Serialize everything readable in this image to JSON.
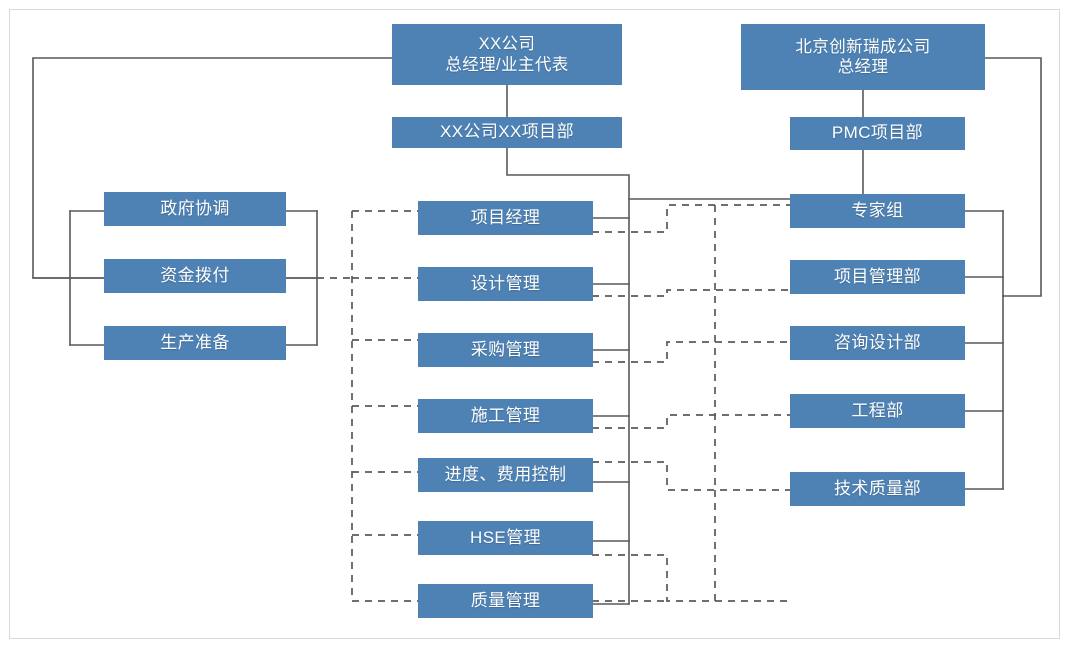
{
  "diagram": {
    "type": "organization-chart",
    "title": "",
    "colors": {
      "node_fill": "#4e82b4",
      "node_text": "#ffffff",
      "solid_line": "#595959",
      "dashed_line": "#595959",
      "frame_border": "#d9d9d9",
      "background": "#ffffff"
    },
    "line_styles": {
      "solid": "direct reporting / administrative line",
      "dashed": "coordination / matrix interface line"
    }
  },
  "nodes": {
    "owner_gm": {
      "label": "XX公司\n总经理/业主代表"
    },
    "owner_project_dept": {
      "label": "XX公司XX项目部"
    },
    "pmc_gm": {
      "label": "北京创新瑞成公司\n总经理"
    },
    "pmc_project_dept": {
      "label": "PMC项目部"
    }
  },
  "left_column": {
    "name": "owner-support-functions",
    "items": [
      {
        "label": "政府协调"
      },
      {
        "label": "资金拨付"
      },
      {
        "label": "生产准备"
      }
    ]
  },
  "middle_column": {
    "name": "owner-project-team-functions",
    "items": [
      {
        "label": "项目经理"
      },
      {
        "label": "设计管理"
      },
      {
        "label": "采购管理"
      },
      {
        "label": "施工管理"
      },
      {
        "label": "进度、费用控制"
      },
      {
        "label": "HSE管理"
      },
      {
        "label": "质量管理"
      }
    ]
  },
  "right_column": {
    "name": "pmc-departments",
    "items": [
      {
        "label": "专家组"
      },
      {
        "label": "项目管理部"
      },
      {
        "label": "咨询设计部"
      },
      {
        "label": "工程部"
      },
      {
        "label": "技术质量部"
      }
    ]
  }
}
